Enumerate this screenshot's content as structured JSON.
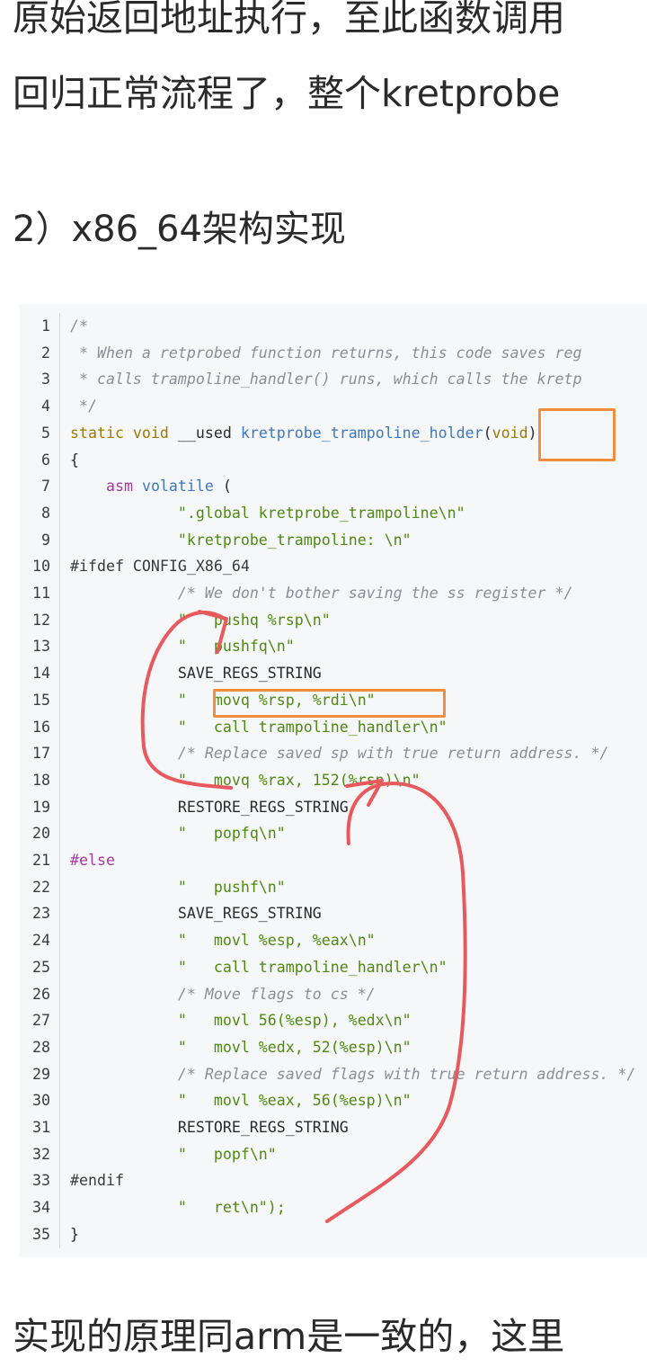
{
  "article": {
    "para_top_1": "原始返回地址执行，至此函数调用",
    "para_top_2": "回归正常流程了，整个kretprobe",
    "heading": "2）x86_64架构实现",
    "para_bottom": "实现的原理同arm是一致的，这里"
  },
  "code": {
    "lines": [
      {
        "n": "1",
        "tokens": [
          {
            "t": "/*",
            "c": "com"
          }
        ]
      },
      {
        "n": "2",
        "tokens": [
          {
            "t": " * When a retprobed function returns, this code saves reg",
            "c": "com"
          }
        ]
      },
      {
        "n": "3",
        "tokens": [
          {
            "t": " * calls trampoline_handler() runs, which calls the kretp",
            "c": "com"
          }
        ]
      },
      {
        "n": "4",
        "tokens": [
          {
            "t": " */",
            "c": "com"
          }
        ]
      },
      {
        "n": "5",
        "tokens": [
          {
            "t": "static void",
            "c": "kw"
          },
          {
            "t": " __used ",
            "c": "plain"
          },
          {
            "t": "kretprobe_trampoline_holder",
            "c": "fn"
          },
          {
            "t": "(",
            "c": "plain"
          },
          {
            "t": "void",
            "c": "kw"
          },
          {
            "t": ")",
            "c": "plain"
          }
        ]
      },
      {
        "n": "6",
        "tokens": [
          {
            "t": "{",
            "c": "plain"
          }
        ]
      },
      {
        "n": "7",
        "tokens": [
          {
            "t": "    ",
            "c": "plain"
          },
          {
            "t": "asm",
            "c": "kw2"
          },
          {
            "t": " ",
            "c": "plain"
          },
          {
            "t": "volatile",
            "c": "fn"
          },
          {
            "t": " (",
            "c": "plain"
          }
        ]
      },
      {
        "n": "8",
        "tokens": [
          {
            "t": "            ",
            "c": "plain"
          },
          {
            "t": "\".global kretprobe_trampoline\\n\"",
            "c": "str"
          }
        ]
      },
      {
        "n": "9",
        "tokens": [
          {
            "t": "            ",
            "c": "plain"
          },
          {
            "t": "\"kretprobe_trampoline: \\n\"",
            "c": "str"
          }
        ]
      },
      {
        "n": "10",
        "tokens": [
          {
            "t": "#ifdef CONFIG_X86_64",
            "c": "pp"
          }
        ]
      },
      {
        "n": "11",
        "tokens": [
          {
            "t": "            ",
            "c": "plain"
          },
          {
            "t": "/* We don't bother saving the ss register */",
            "c": "com"
          }
        ]
      },
      {
        "n": "12",
        "tokens": [
          {
            "t": "            ",
            "c": "plain"
          },
          {
            "t": "\"   pushq %rsp\\n\"",
            "c": "str"
          }
        ]
      },
      {
        "n": "13",
        "tokens": [
          {
            "t": "            ",
            "c": "plain"
          },
          {
            "t": "\"   pushfq\\n\"",
            "c": "str"
          }
        ]
      },
      {
        "n": "14",
        "tokens": [
          {
            "t": "            SAVE_REGS_STRING",
            "c": "plain"
          }
        ]
      },
      {
        "n": "15",
        "tokens": [
          {
            "t": "            ",
            "c": "plain"
          },
          {
            "t": "\"   movq %rsp, %rdi\\n\"",
            "c": "str"
          }
        ]
      },
      {
        "n": "16",
        "tokens": [
          {
            "t": "            ",
            "c": "plain"
          },
          {
            "t": "\"   call trampoline_handler\\n\"",
            "c": "str"
          }
        ]
      },
      {
        "n": "17",
        "tokens": [
          {
            "t": "            ",
            "c": "plain"
          },
          {
            "t": "/* Replace saved sp with true return address. */",
            "c": "com"
          }
        ]
      },
      {
        "n": "18",
        "tokens": [
          {
            "t": "            ",
            "c": "plain"
          },
          {
            "t": "\"   movq %rax, 152(%rsp)\\n\"",
            "c": "str"
          }
        ]
      },
      {
        "n": "19",
        "tokens": [
          {
            "t": "            RESTORE_REGS_STRING",
            "c": "plain"
          }
        ]
      },
      {
        "n": "20",
        "tokens": [
          {
            "t": "            ",
            "c": "plain"
          },
          {
            "t": "\"   popfq\\n\"",
            "c": "str"
          }
        ]
      },
      {
        "n": "21",
        "tokens": [
          {
            "t": "#else",
            "c": "kw2"
          }
        ]
      },
      {
        "n": "22",
        "tokens": [
          {
            "t": "            ",
            "c": "plain"
          },
          {
            "t": "\"   pushf\\n\"",
            "c": "str"
          }
        ]
      },
      {
        "n": "23",
        "tokens": [
          {
            "t": "            SAVE_REGS_STRING",
            "c": "plain"
          }
        ]
      },
      {
        "n": "24",
        "tokens": [
          {
            "t": "            ",
            "c": "plain"
          },
          {
            "t": "\"   movl %esp, %eax\\n\"",
            "c": "str"
          }
        ]
      },
      {
        "n": "25",
        "tokens": [
          {
            "t": "            ",
            "c": "plain"
          },
          {
            "t": "\"   call trampoline_handler\\n\"",
            "c": "str"
          }
        ]
      },
      {
        "n": "26",
        "tokens": [
          {
            "t": "            ",
            "c": "plain"
          },
          {
            "t": "/* Move flags to cs */",
            "c": "com"
          }
        ]
      },
      {
        "n": "27",
        "tokens": [
          {
            "t": "            ",
            "c": "plain"
          },
          {
            "t": "\"   movl 56(%esp), %edx\\n\"",
            "c": "str"
          }
        ]
      },
      {
        "n": "28",
        "tokens": [
          {
            "t": "            ",
            "c": "plain"
          },
          {
            "t": "\"   movl %edx, 52(%esp)\\n\"",
            "c": "str"
          }
        ]
      },
      {
        "n": "29",
        "tokens": [
          {
            "t": "            ",
            "c": "plain"
          },
          {
            "t": "/* Replace saved flags with true return address. */",
            "c": "com"
          }
        ]
      },
      {
        "n": "30",
        "tokens": [
          {
            "t": "            ",
            "c": "plain"
          },
          {
            "t": "\"   movl %eax, 56(%esp)\\n\"",
            "c": "str"
          }
        ]
      },
      {
        "n": "31",
        "tokens": [
          {
            "t": "            RESTORE_REGS_STRING",
            "c": "plain"
          }
        ]
      },
      {
        "n": "32",
        "tokens": [
          {
            "t": "            ",
            "c": "plain"
          },
          {
            "t": "\"   popf\\n\"",
            "c": "str"
          }
        ]
      },
      {
        "n": "33",
        "tokens": [
          {
            "t": "#endif",
            "c": "pp"
          }
        ]
      },
      {
        "n": "34",
        "tokens": [
          {
            "t": "            ",
            "c": "plain"
          },
          {
            "t": "\"   ret\\n\");",
            "c": "str"
          }
        ]
      },
      {
        "n": "35",
        "tokens": [
          {
            "t": "}",
            "c": "plain"
          }
        ]
      }
    ]
  },
  "annotations": {
    "box_color": "#ef8e3e",
    "arrow_color": "#e8595e"
  }
}
